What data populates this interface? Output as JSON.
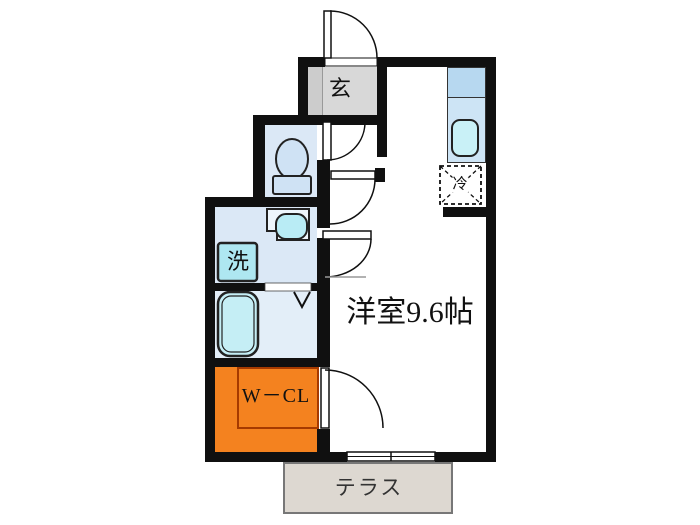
{
  "plan": {
    "type": "japanese-apartment-floorplan",
    "rooms": {
      "genkan": {
        "label": "玄"
      },
      "toilet": {
        "label": ""
      },
      "washroom": {
        "washer_label": "洗"
      },
      "bathroom": {
        "label": ""
      },
      "kitchen": {
        "fridge_label": "冷"
      },
      "main_room": {
        "label": "洋室9.6帖"
      },
      "closet": {
        "label": "W－CL"
      },
      "terrace": {
        "label": "テラス"
      }
    },
    "colors": {
      "wall": "#101010",
      "floor_blue": "#dbe8f6",
      "bath_floor": "#e3eef8",
      "fixture_cyan": "#b9ecf5",
      "tub_cyan": "#c5eef5",
      "ceramic_blue": "#cfe2f4",
      "counter_upper": "#b7d8f0",
      "counter_lower": "#cde4f5",
      "closet_orange": "#f4821f",
      "closet_inner_border": "#a63a00",
      "genkan_gray": "#d8d8d8",
      "terrace_beige": "#ddd8d1"
    }
  }
}
